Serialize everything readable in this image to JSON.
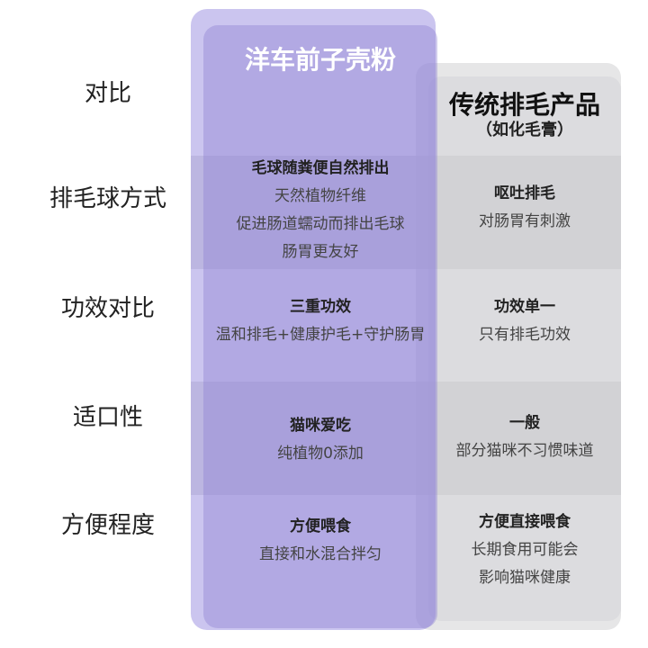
{
  "header": {
    "compare_label": "对比",
    "left_title": "洋车前子壳粉",
    "right_title": "传统排毛产品",
    "right_subtitle": "（如化毛膏）"
  },
  "rows": [
    {
      "label": "排毛球方式",
      "left": [
        "毛球随粪便自然排出",
        "天然植物纤维",
        "促进肠道蠕动而排出毛球",
        "肠胃更友好"
      ],
      "right": [
        "呕吐排毛",
        "对肠胃有刺激"
      ]
    },
    {
      "label": "功效对比",
      "left": [
        "三重功效",
        "温和排毛+健康护毛+守护肠胃"
      ],
      "right": [
        "功效单一",
        "只有排毛功效"
      ]
    },
    {
      "label": "适口性",
      "left": [
        "猫咪爱吃",
        "纯植物0添加"
      ],
      "right": [
        "一般",
        "部分猫咪不习惯味道"
      ]
    },
    {
      "label": "方便程度",
      "left": [
        "方便喂食",
        "直接和水混合拌匀"
      ],
      "right": [
        "方便直接喂食",
        "长期食用可能会",
        "影响猫咪健康"
      ]
    }
  ],
  "colors": {
    "purple_column": "#a89fe0",
    "gray_column": "#d8d8da",
    "row_band": "#a0a0a8"
  }
}
